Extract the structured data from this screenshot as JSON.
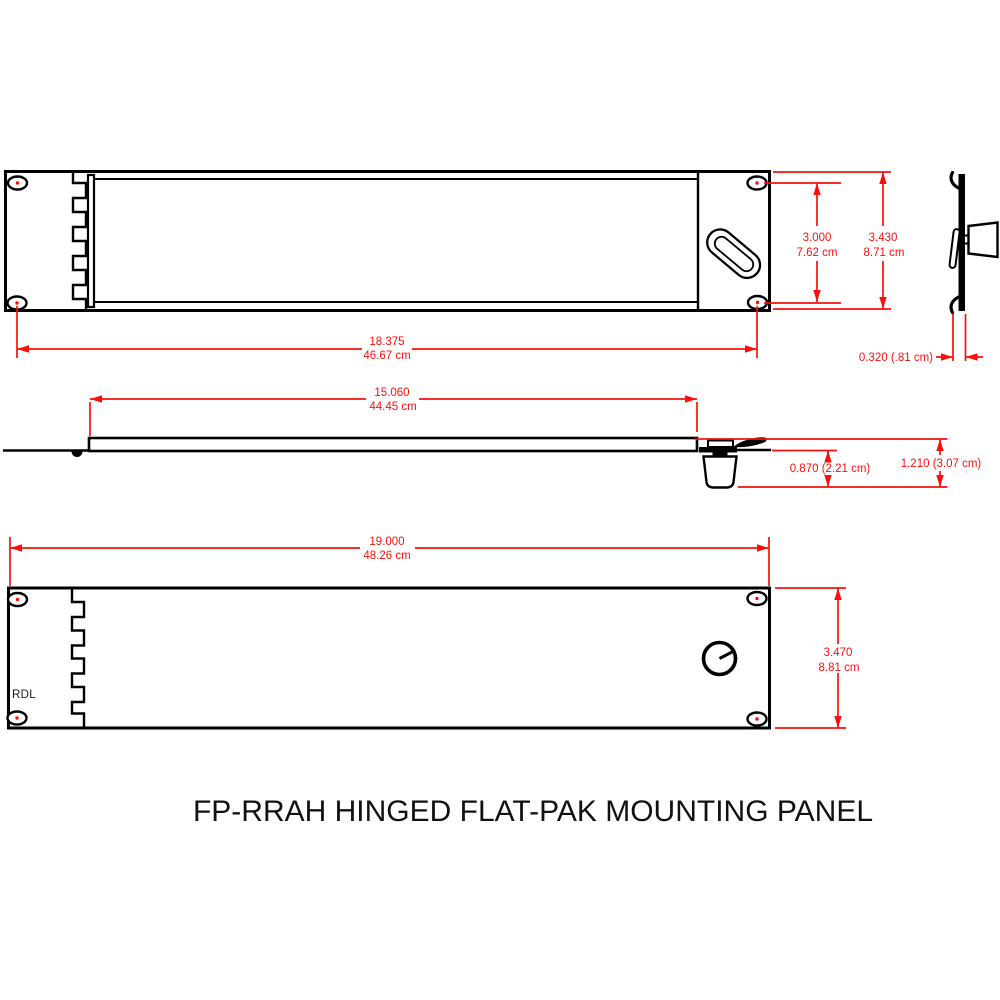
{
  "title": "FP-RRAH HINGED FLAT-PAK MOUNTING PANEL",
  "brand": "RDL",
  "colors": {
    "line": "#000000",
    "dimension_red": "#fa0f0c",
    "background": "#ffffff"
  },
  "views": {
    "rear": {
      "label": "panel rear view with latch lever",
      "dimensions": {
        "mounting_hole_span_in": "18.375",
        "mounting_hole_span_cm": "46.67 cm",
        "hole_vertical_in": "3.000",
        "hole_vertical_cm": "7.62 cm",
        "panel_height_in": "3.430",
        "panel_height_cm": "8.71 cm"
      }
    },
    "side": {
      "label": "side profile view",
      "dimensions": {
        "thickness": "0.320 (.81 cm)"
      }
    },
    "edge": {
      "label": "top edge view",
      "dimensions": {
        "hinged_width_in": "15.060",
        "hinged_width_cm": "44.45 cm",
        "knob_drop": "0.870 (2.21 cm)",
        "total_drop": "1.210 (3.07 cm)"
      }
    },
    "front": {
      "label": "panel front view",
      "dimensions": {
        "width_in": "19.000",
        "width_cm": "48.26 cm",
        "height_in": "3.470",
        "height_cm": "8.81 cm"
      }
    }
  }
}
